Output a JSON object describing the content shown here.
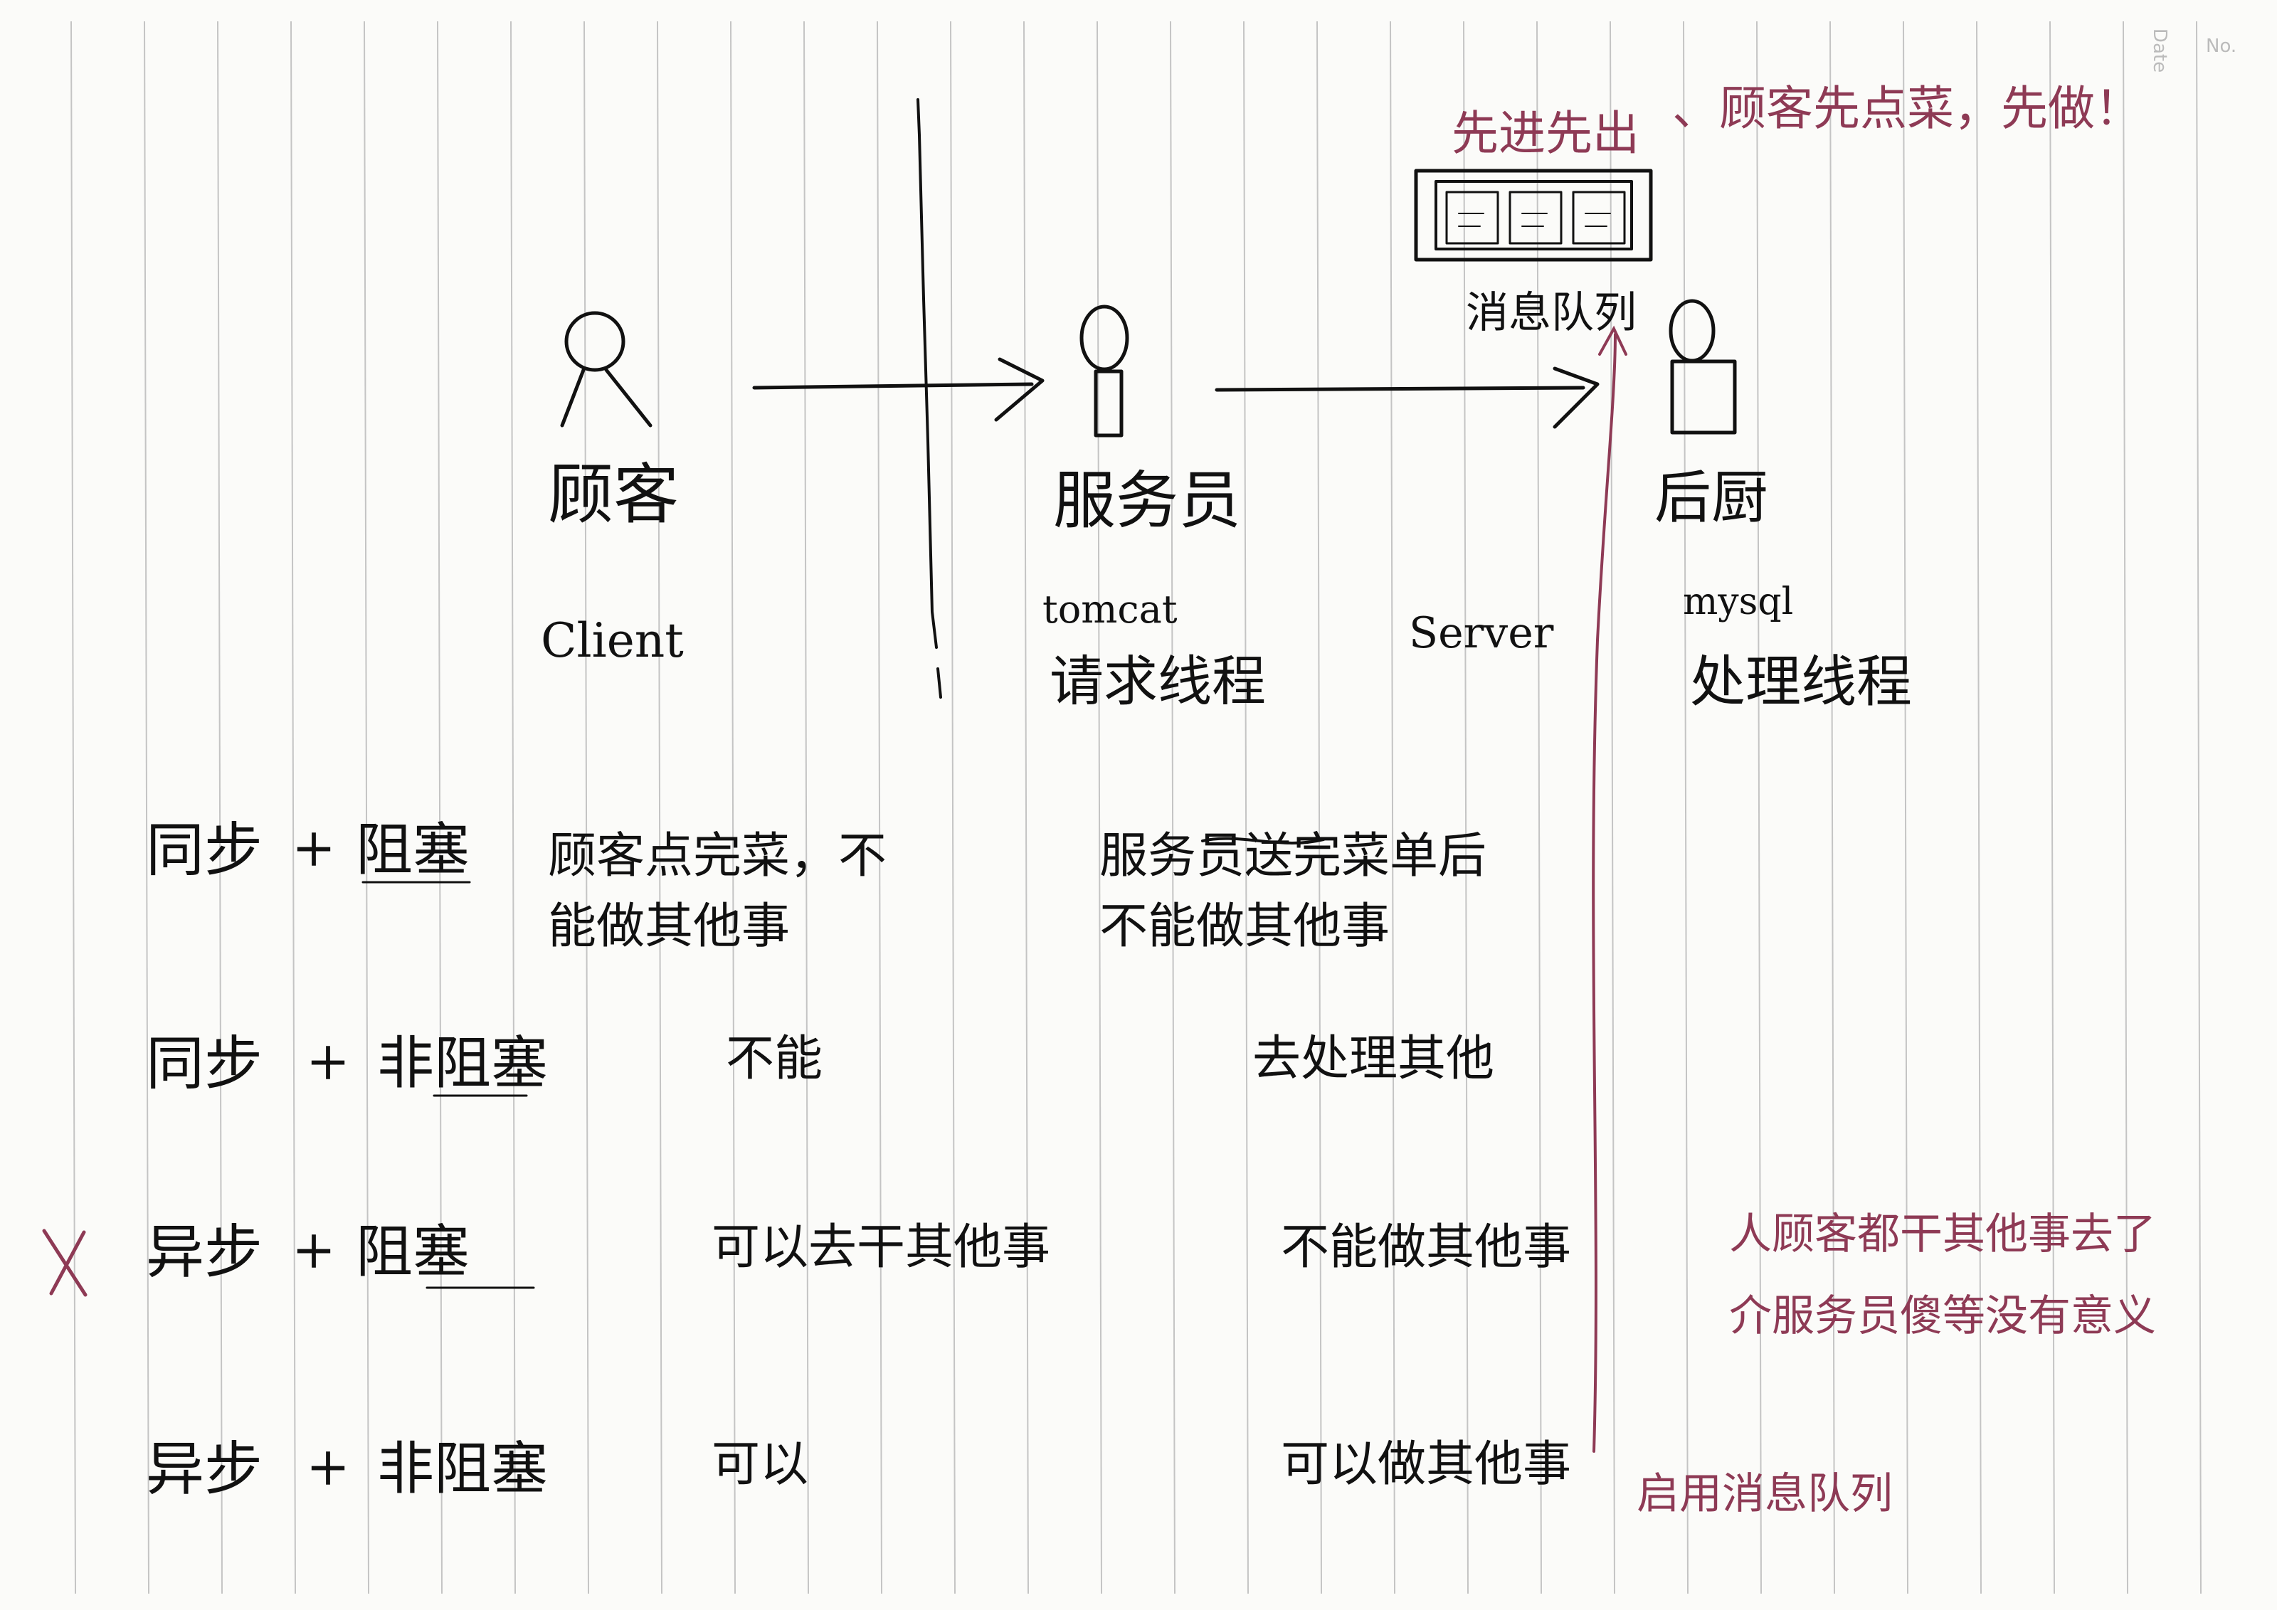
{
  "page_corner": {
    "no_label": "No.",
    "date_label": "Date"
  },
  "diagram": {
    "roles": [
      {
        "name": "顾客",
        "tech": "Client"
      },
      {
        "name": "服务员",
        "tech_top": "tomcat",
        "tech": "请求线程"
      },
      {
        "name": "后厨",
        "tech_top": "mysql",
        "tech": "处理线程"
      }
    ],
    "server_label": "Server",
    "queue_label": "消息队列",
    "queue_note_fifo": "先进先出",
    "queue_note": "、顾客先点菜，先做！"
  },
  "modes": [
    {
      "mode": "同步",
      "plus": "+",
      "block": "阻塞",
      "client": "顾客点完菜，不能做其他事",
      "server": "服务员送完菜单后不能做其他事",
      "crossed": false
    },
    {
      "mode": "同步",
      "plus": "+",
      "block": "非阻塞",
      "client": "不能",
      "server": "去处理其他",
      "crossed": false
    },
    {
      "mode": "异步",
      "plus": "+",
      "block": "阻塞",
      "client": "可以去干其他事",
      "server": "不能做其他事",
      "crossed": true
    },
    {
      "mode": "异步",
      "plus": "+",
      "block": "非阻塞",
      "client": "可以",
      "server": "可以做其他事",
      "crossed": false
    }
  ],
  "cross_mark": "X",
  "note_async_block_1": "人顾客都干其他事去了",
  "note_async_block_2": "介服务员傻等没有意义",
  "note_async_nonblock": "启用消息队列",
  "colors": {
    "ink": "#111111",
    "red_ink": "#8e3a55",
    "rule_lines": "#b9b9b9"
  }
}
